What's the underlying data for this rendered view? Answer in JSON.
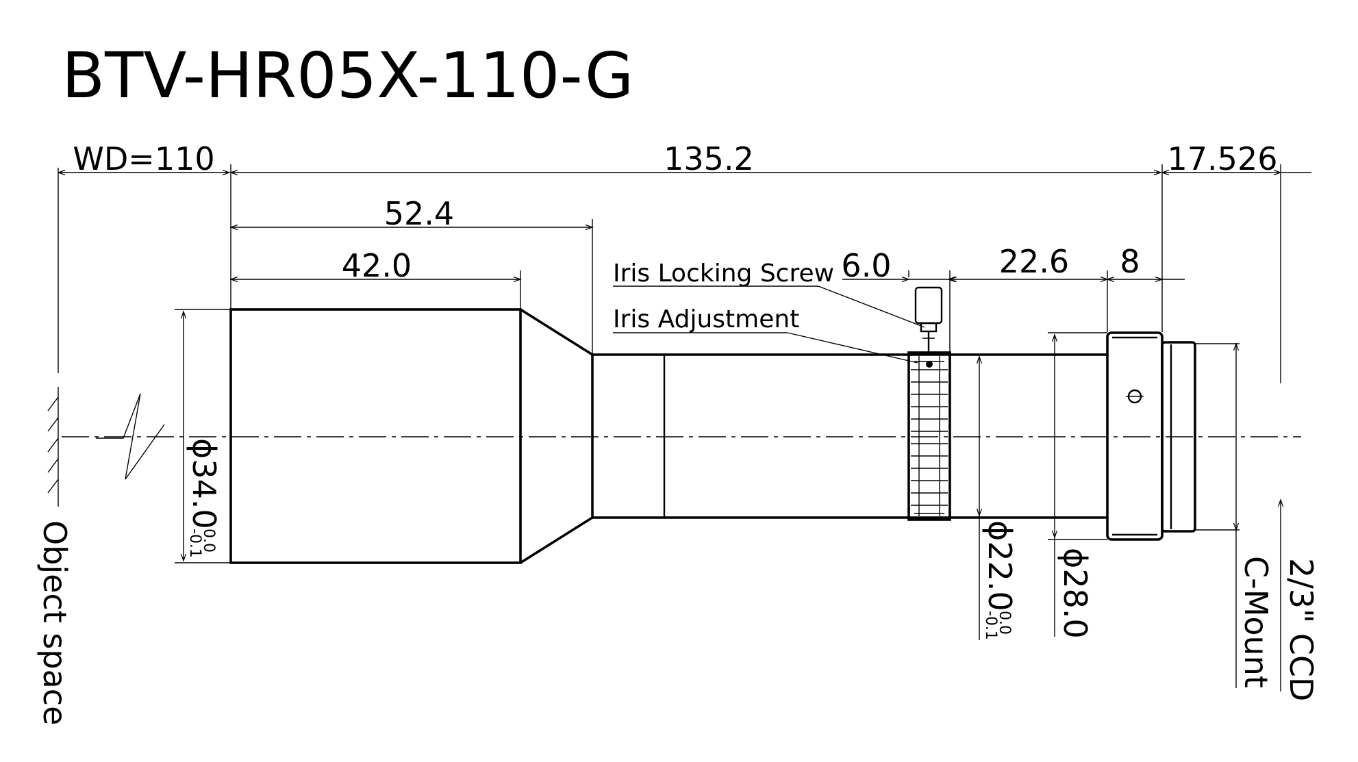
{
  "title": "BTV-HR05X-110-G",
  "dimensions": {
    "wd": "WD=110",
    "overall_length": "135.2",
    "back_focus": "17.526",
    "front_barrel_taper": "52.4",
    "front_barrel": "42.0",
    "iris_ring": "6.0",
    "rear_barrel": "22.6",
    "mount_flange": "8",
    "dia_front": "ϕ34.0",
    "dia_front_tol_upper": "0.0",
    "dia_front_tol_lower": "-0.1",
    "dia_barrel": "ϕ22.0",
    "dia_barrel_tol_upper": "0.0",
    "dia_barrel_tol_lower": "-0.1",
    "dia_mount": "ϕ28.0"
  },
  "callouts": {
    "iris_locking_screw": "Iris Locking Screw",
    "iris_adjustment": "Iris Adjustment"
  },
  "side_labels": {
    "object_space": "Object space",
    "c_mount": "C-Mount",
    "sensor": "2/3\" CCD"
  }
}
